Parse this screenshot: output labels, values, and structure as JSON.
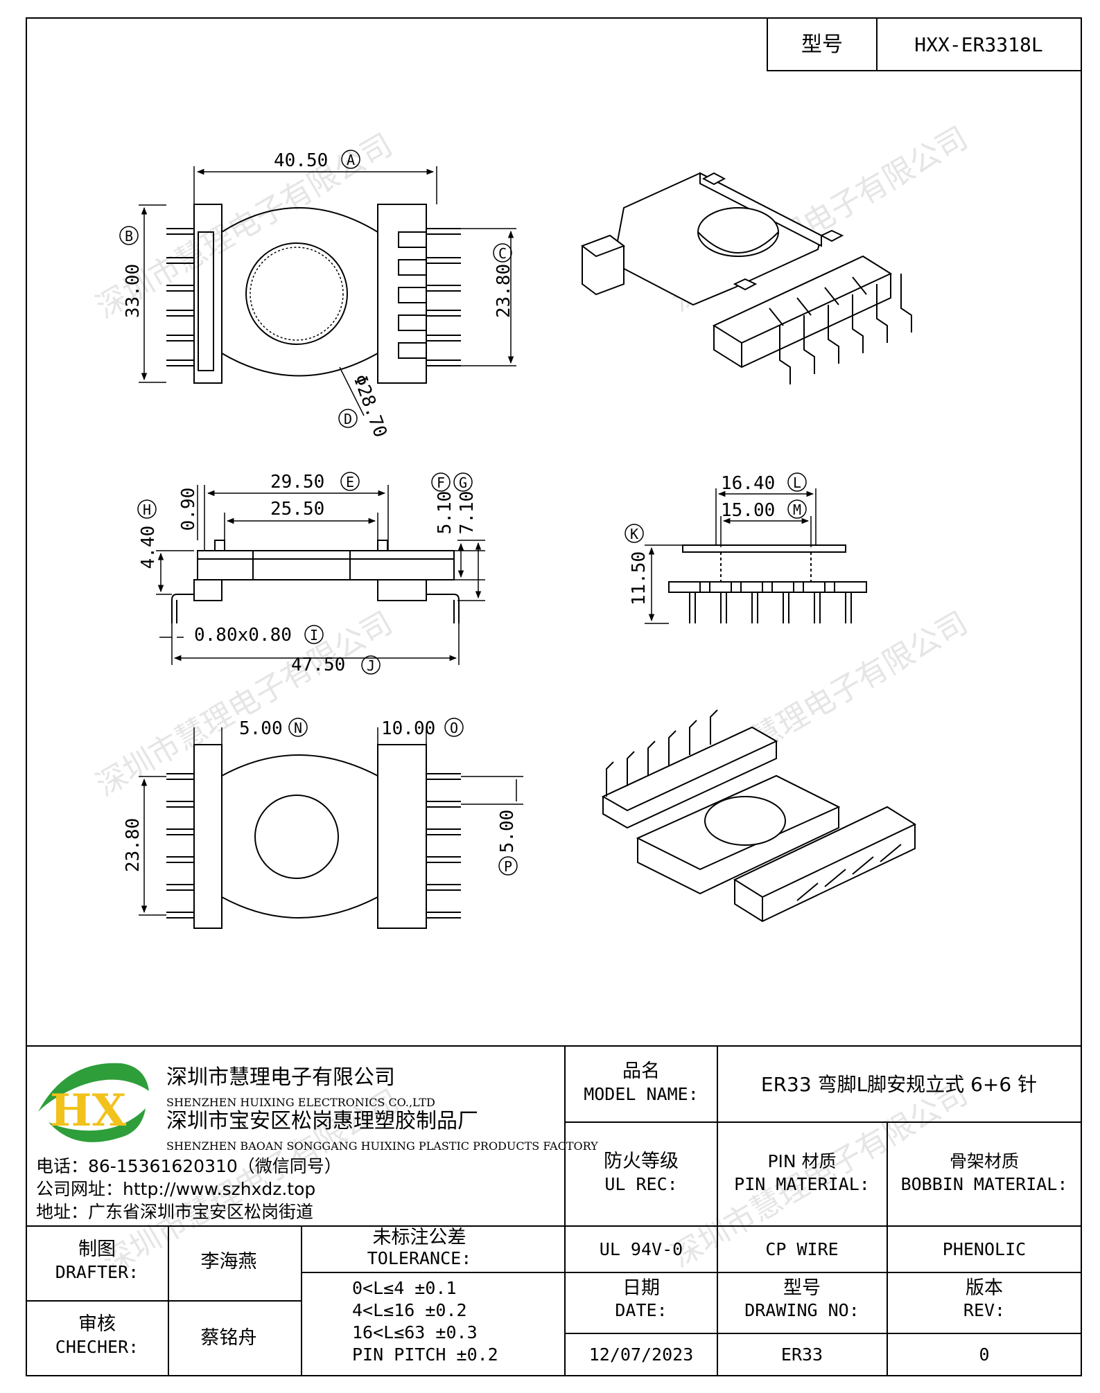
{
  "model_box": {
    "label": "型号",
    "value": "HXX-ER3318L"
  },
  "watermark": "深圳市慧理电子有限公司",
  "dimensions": {
    "A": {
      "value": "40.50",
      "letter": "A"
    },
    "B": {
      "value": "33.00",
      "letter": "B"
    },
    "C": {
      "value": "23.80",
      "letter": "C"
    },
    "D": {
      "value": "Φ28.70",
      "letter": "D"
    },
    "E": {
      "value": "29.50",
      "letter": "E"
    },
    "inner": {
      "value": "25.50"
    },
    "F": {
      "value": "5.10",
      "letter": "F"
    },
    "G": {
      "value": "7.10",
      "letter": "G"
    },
    "H": {
      "value": "4.40",
      "letter": "H"
    },
    "gap": {
      "value": "0.90"
    },
    "I": {
      "value": "0.80x0.80",
      "letter": "I"
    },
    "J": {
      "value": "47.50",
      "letter": "J"
    },
    "K": {
      "value": "11.50",
      "letter": "K"
    },
    "L": {
      "value": "16.40",
      "letter": "L"
    },
    "M": {
      "value": "15.00",
      "letter": "M"
    },
    "N": {
      "value": "5.00",
      "letter": "N"
    },
    "O": {
      "value": "10.00",
      "letter": "O"
    },
    "P": {
      "value": "5.00",
      "letter": "P"
    },
    "bottom_width": {
      "value": "23.80"
    }
  },
  "company": {
    "name_cn": "深圳市慧理电子有限公司",
    "name_en": "SHENZHEN HUIXING ELECTRONICS CO.,LTD",
    "factory_cn": "深圳市宝安区松岗惠理塑胶制品厂",
    "factory_en": "SHENZHEN BAOAN SONGGANG HUIXING PLASTIC PRODUCTS FACTORY",
    "phone": "电话：86-15361620310（微信同号）",
    "website": "公司网址：http://www.szhxdz.top",
    "address": "地址：广东省深圳市宝安区松岗街道",
    "logo_text": "HX"
  },
  "title_block": {
    "model_name_cn": "品名",
    "model_name_en": "MODEL NAME:",
    "model_name_value": "ER33 弯脚L脚安规立式 6+6 针",
    "fire_cn": "防火等级",
    "fire_en": "UL REC:",
    "pin_cn": "PIN 材质",
    "pin_en": "PIN MATERIAL:",
    "bobbin_cn": "骨架材质",
    "bobbin_en": "BOBBIN MATERIAL:",
    "fire_value": "UL 94V-0",
    "pin_value": "CP WIRE",
    "bobbin_value": "PHENOLIC",
    "drafter_cn": "制图",
    "drafter_en": "DRAFTER:",
    "drafter_value": "李海燕",
    "checker_cn": "审核",
    "checker_en": "CHECHER:",
    "checker_value": "蔡铭舟",
    "tol_cn": "未标注公差",
    "tol_en": "TOLERANCE:",
    "tol_lines": [
      "0<L≤4  ±0.1",
      "4<L≤16  ±0.2",
      "16<L≤63  ±0.3",
      "PIN PITCH  ±0.2"
    ],
    "date_cn": "日期",
    "date_en": "DATE:",
    "date_value": "12/07/2023",
    "drawing_cn": "型号",
    "drawing_en": "DRAWING NO:",
    "drawing_value": "ER33",
    "rev_cn": "版本",
    "rev_en": "REV:",
    "rev_value": "0"
  }
}
